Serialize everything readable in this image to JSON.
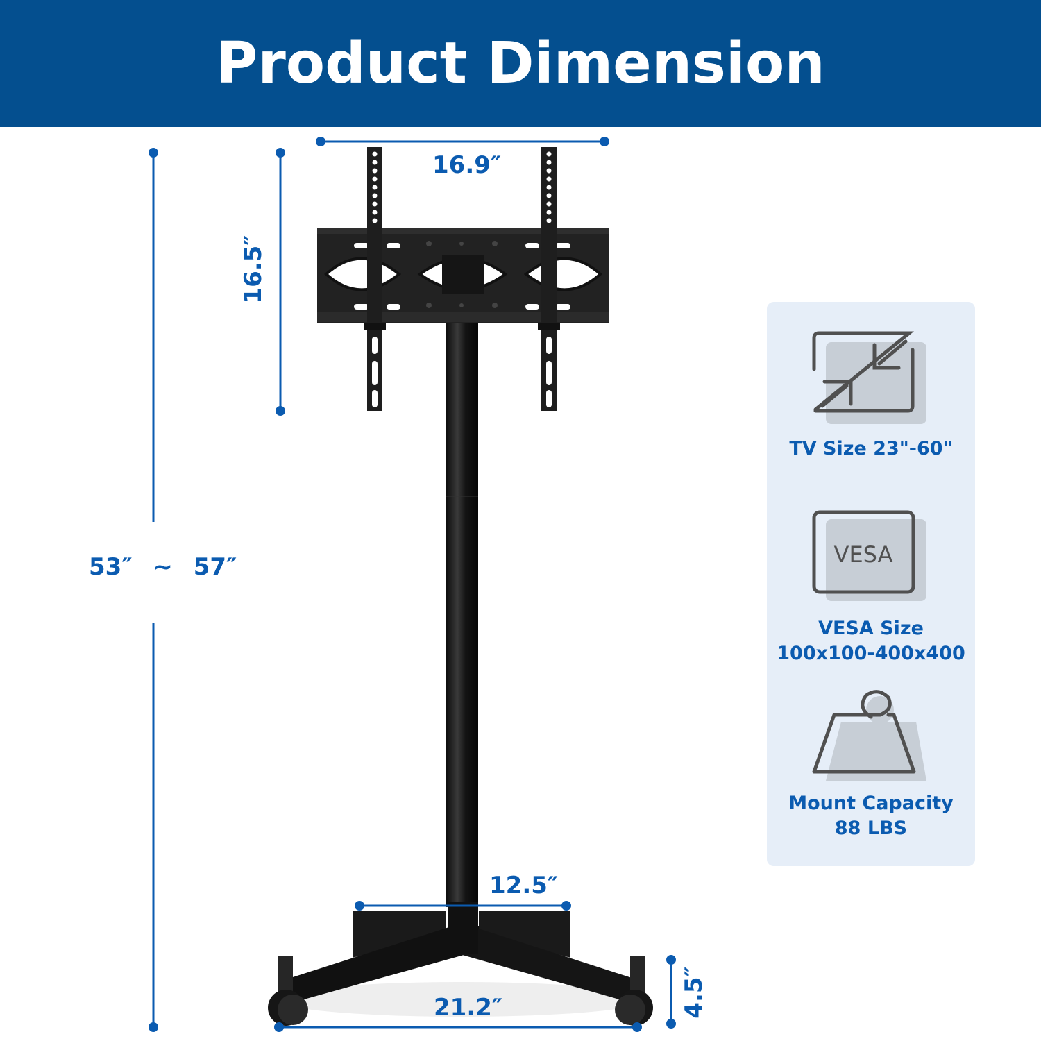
{
  "header": {
    "title": "Product Dimension",
    "background": "#044f8f"
  },
  "colors": {
    "dimension_blue": "#0b5bb0",
    "panel_bg": "#e6eef8",
    "icon_stroke": "#505050",
    "icon_fill": "#c7ced6",
    "product_black": "#1c1c1c"
  },
  "dimensions": {
    "overall_height": {
      "min": "53″",
      "separator": "~",
      "max": "57″"
    },
    "bracket_height": "16.5″",
    "bracket_width": "16.9″",
    "base_inner_width": "12.5″",
    "base_outer_width": "21.2″",
    "caster_height": "4.5″"
  },
  "features": [
    {
      "icon": "tv-size-icon",
      "label_lines": [
        "TV Size 23\"-60\""
      ]
    },
    {
      "icon": "vesa-icon",
      "icon_text": "VESA",
      "label_lines": [
        "VESA Size",
        "100x100-400x400"
      ]
    },
    {
      "icon": "weight-icon",
      "label_lines": [
        "Mount Capacity",
        "88 LBS"
      ]
    }
  ]
}
